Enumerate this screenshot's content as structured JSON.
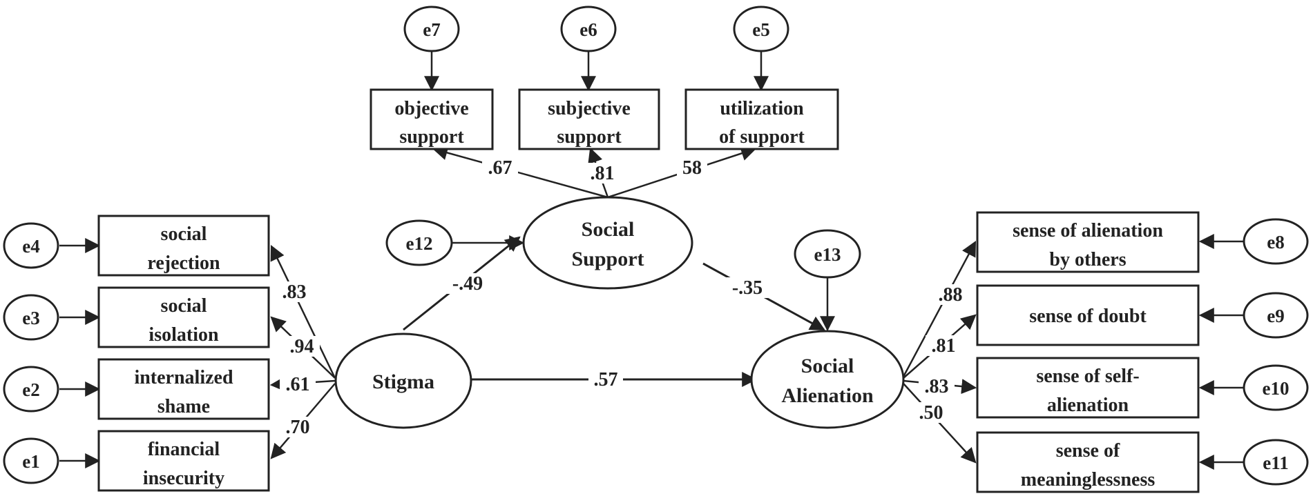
{
  "latent": {
    "stigma": "Stigma",
    "social_support": [
      "Social",
      "Support"
    ],
    "social_alienation": [
      "Social",
      "Alienation"
    ]
  },
  "indicators": {
    "objective_support": [
      "objective",
      "support"
    ],
    "subjective_support": [
      "subjective",
      "support"
    ],
    "utilization_of_support": [
      "utilization",
      "of support"
    ],
    "social_rejection": [
      "social",
      "rejection"
    ],
    "social_isolation": [
      "social",
      "isolation"
    ],
    "internalized_shame": [
      "internalized",
      "shame"
    ],
    "financial_insecurity": [
      "financial",
      "insecurity"
    ],
    "alienation_by_others": [
      "sense of alienation",
      "by others"
    ],
    "sense_of_doubt": [
      "sense of doubt"
    ],
    "self_alienation": [
      "sense of self-",
      "alienation"
    ],
    "meaninglessness": [
      "sense of",
      "meaninglessness"
    ]
  },
  "errors": {
    "e1": "e1",
    "e2": "e2",
    "e3": "e3",
    "e4": "e4",
    "e5": "e5",
    "e6": "e6",
    "e7": "e7",
    "e8": "e8",
    "e9": "e9",
    "e10": "e10",
    "e11": "e11",
    "e12": "e12",
    "e13": "e13"
  },
  "loadings": {
    "objective_support": ".67",
    "subjective_support": ".81",
    "utilization_of_support": "58",
    "social_rejection": ".83",
    "social_isolation": ".94",
    "internalized_shame": ".61",
    "financial_insecurity": ".70",
    "alienation_by_others": ".88",
    "sense_of_doubt": ".81",
    "self_alienation": ".83",
    "meaninglessness": ".50"
  },
  "paths": {
    "stigma_to_support": "-.49",
    "support_to_alienation": "-.35",
    "stigma_to_alienation": ".57"
  },
  "colors": {
    "ink": "#222222",
    "background": "#ffffff"
  }
}
